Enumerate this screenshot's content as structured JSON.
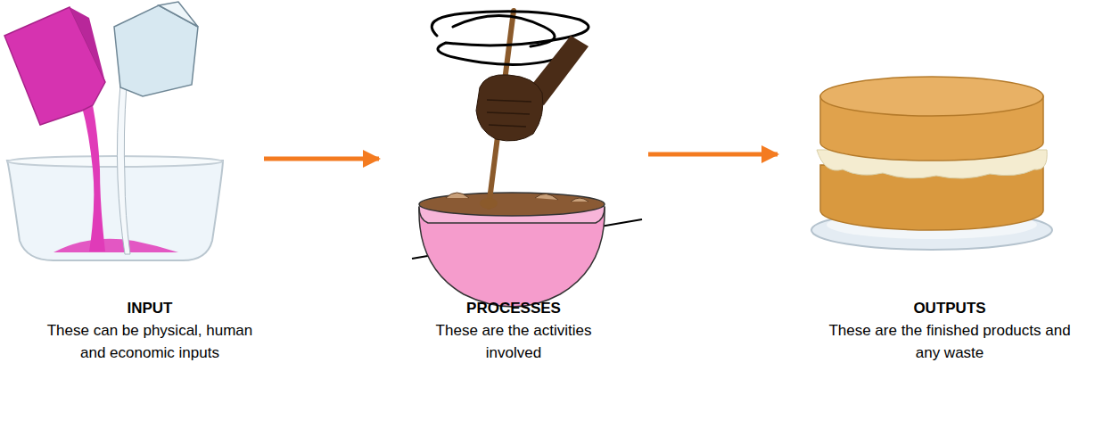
{
  "diagram": {
    "nodes": [
      {
        "text": [
          "INPUT",
          "These can be physical, human and economic inputs"
        ]
      },
      {
        "text": [
          "PROCESSES",
          "These are the activities involved"
        ]
      },
      {
        "text": [
          "OUTPUTS",
          "These are the finished products and any waste"
        ]
      }
    ],
    "edges": [
      {
        "from": 0,
        "to": 1,
        "arrow": "to"
      },
      {
        "from": 1,
        "to": 2,
        "arrow": "to"
      }
    ]
  }
}
